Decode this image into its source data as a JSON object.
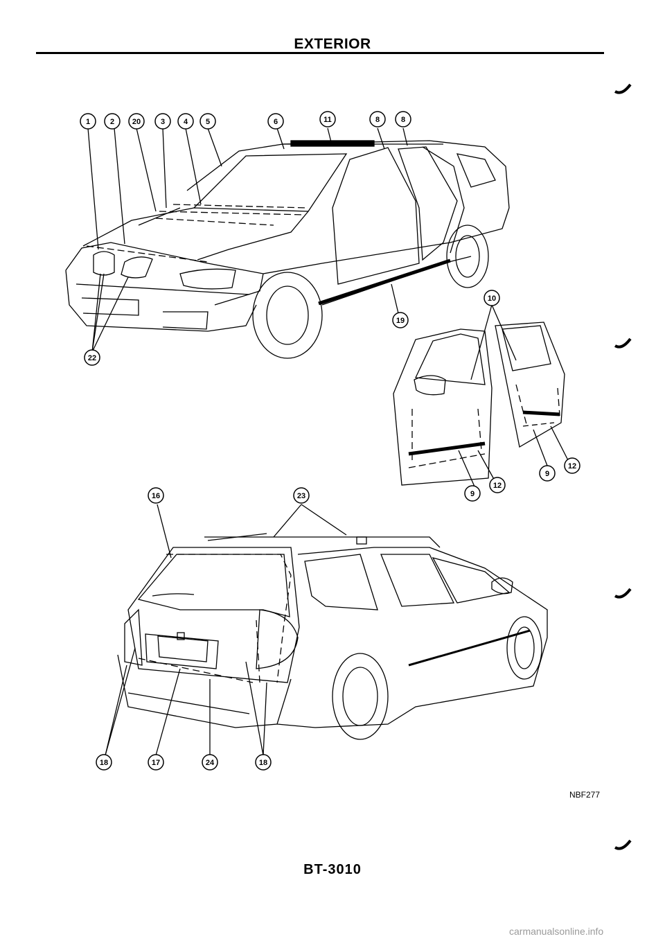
{
  "header": {
    "title": "EXTERIOR"
  },
  "callouts": {
    "front_top": [
      "1",
      "2",
      "20",
      "3",
      "4",
      "5",
      "6",
      "11",
      "8",
      "8"
    ],
    "front_other": [
      "22",
      "19"
    ],
    "doors": [
      "10",
      "9",
      "12",
      "9",
      "12"
    ],
    "rear": [
      "16",
      "23",
      "18",
      "17",
      "24",
      "18"
    ]
  },
  "figure_code": "NBF277",
  "page_number": "BT-3010",
  "watermark": "carmanualsonline.info"
}
